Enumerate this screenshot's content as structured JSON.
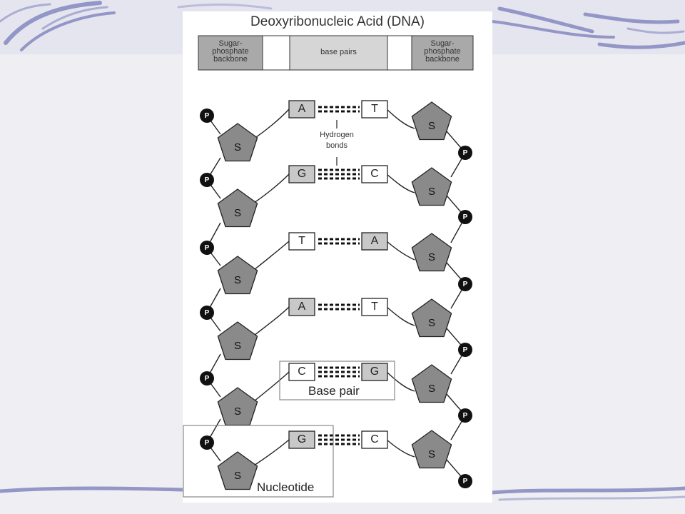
{
  "title": "Deoxyribonucleic Acid (DNA)",
  "header_band": {
    "left": "Sugar-phosphate backbone",
    "middle": "base pairs",
    "right": "Sugar-phosphate backbone"
  },
  "symbols": {
    "sugar": "S",
    "phosphate": "P"
  },
  "pairs": [
    {
      "left": "A",
      "right": "T"
    },
    {
      "left": "G",
      "right": "C"
    },
    {
      "left": "T",
      "right": "A"
    },
    {
      "left": "A",
      "right": "T"
    },
    {
      "left": "C",
      "right": "G"
    },
    {
      "left": "G",
      "right": "C"
    }
  ],
  "hydrogen_bonds_label": "Hydrogen bonds",
  "base_pair_label": "Base pair",
  "nucleotide_label": "Nucleotide",
  "colors": {
    "purine": "#c8c8c8",
    "pyrimidine": "#ffffff",
    "sugar": "#8a8a8a",
    "phosphate": "#111111",
    "backbone_box": "#a9a9a9",
    "slide_swirl": "#8f92c4"
  }
}
